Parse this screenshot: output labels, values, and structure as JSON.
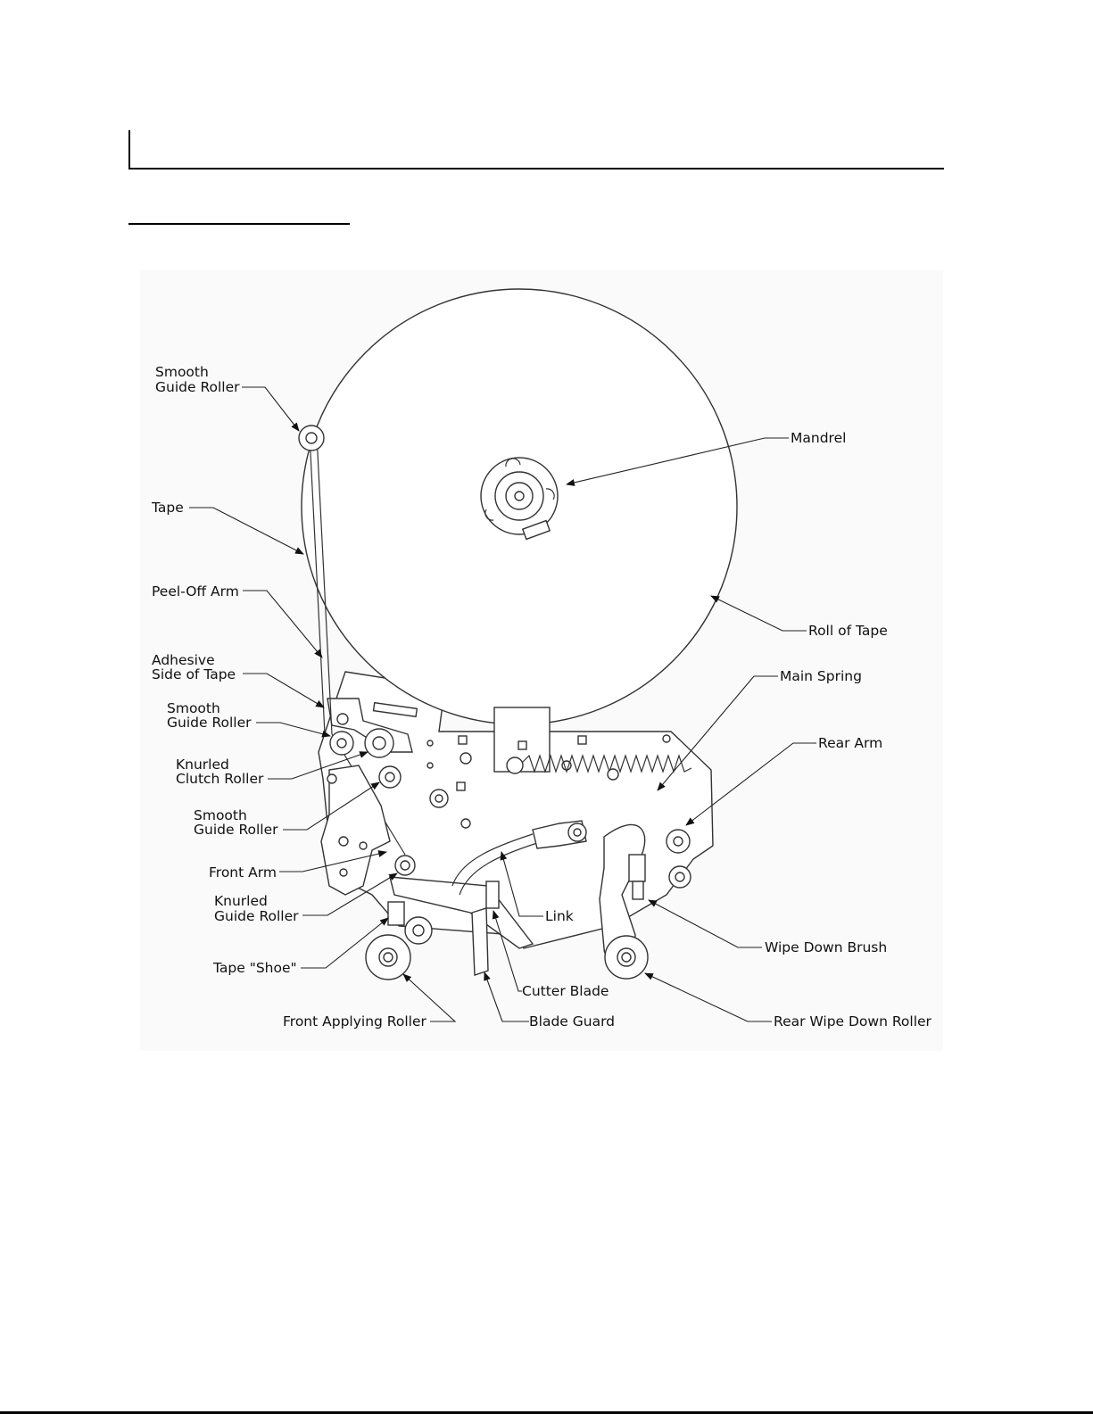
{
  "labels": {
    "smooth_guide_roller_top": [
      "Smooth",
      "Guide Roller"
    ],
    "tape": "Tape",
    "peel_off_arm": "Peel-Off Arm",
    "adhesive_side": [
      "Adhesive",
      "Side of Tape"
    ],
    "smooth_guide_roller_2": [
      "Smooth",
      "Guide Roller"
    ],
    "knurled_clutch_roller": [
      "Knurled",
      "Clutch Roller"
    ],
    "smooth_guide_roller_3": [
      "Smooth",
      "Guide Roller"
    ],
    "front_arm": "Front Arm",
    "knurled_guide_roller": [
      "Knurled",
      "Guide Roller"
    ],
    "tape_shoe": "Tape \"Shoe\"",
    "front_applying_roller": "Front Applying Roller",
    "blade_guard": "Blade Guard",
    "cutter_blade": "Cutter Blade",
    "link": "Link",
    "mandrel": "Mandrel",
    "roll_of_tape": "Roll of Tape",
    "main_spring": "Main Spring",
    "rear_arm": "Rear Arm",
    "wipe_down_brush": "Wipe Down Brush",
    "rear_wipe_down_roller": "Rear Wipe Down Roller"
  }
}
